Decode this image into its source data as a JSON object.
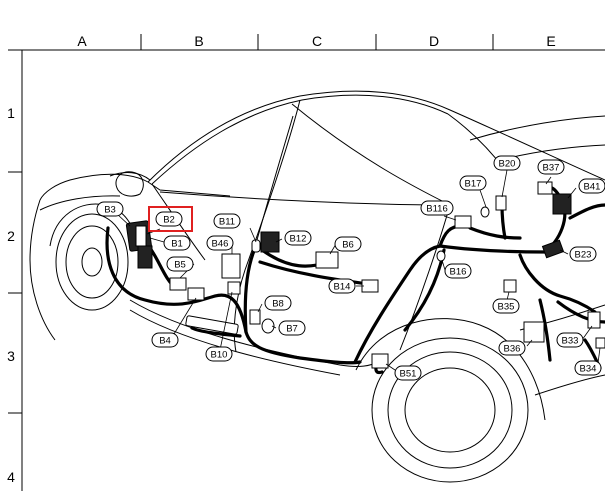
{
  "grid": {
    "columns": [
      "A",
      "B",
      "C",
      "D",
      "E"
    ],
    "rows": [
      "1",
      "2",
      "3",
      "4"
    ]
  },
  "connectors": [
    {
      "id": "B3",
      "label": "B3"
    },
    {
      "id": "B2",
      "label": "B2",
      "highlighted": true
    },
    {
      "id": "B1",
      "label": "B1"
    },
    {
      "id": "B5",
      "label": "B5"
    },
    {
      "id": "B4",
      "label": "B4"
    },
    {
      "id": "B11",
      "label": "B11"
    },
    {
      "id": "B46",
      "label": "B46"
    },
    {
      "id": "B12",
      "label": "B12"
    },
    {
      "id": "B6",
      "label": "B6"
    },
    {
      "id": "B14",
      "label": "B14"
    },
    {
      "id": "B8",
      "label": "B8"
    },
    {
      "id": "B7",
      "label": "B7"
    },
    {
      "id": "B10",
      "label": "B10"
    },
    {
      "id": "B116",
      "label": "B116"
    },
    {
      "id": "B17",
      "label": "B17"
    },
    {
      "id": "B20",
      "label": "B20"
    },
    {
      "id": "B37",
      "label": "B37"
    },
    {
      "id": "B41",
      "label": "B41"
    },
    {
      "id": "B23",
      "label": "B23"
    },
    {
      "id": "B16",
      "label": "B16"
    },
    {
      "id": "B35",
      "label": "B35"
    },
    {
      "id": "B36",
      "label": "B36"
    },
    {
      "id": "B33",
      "label": "B33"
    },
    {
      "id": "B34",
      "label": "B34"
    },
    {
      "id": "B51",
      "label": "B51"
    }
  ],
  "highlight_color": "#e02020"
}
